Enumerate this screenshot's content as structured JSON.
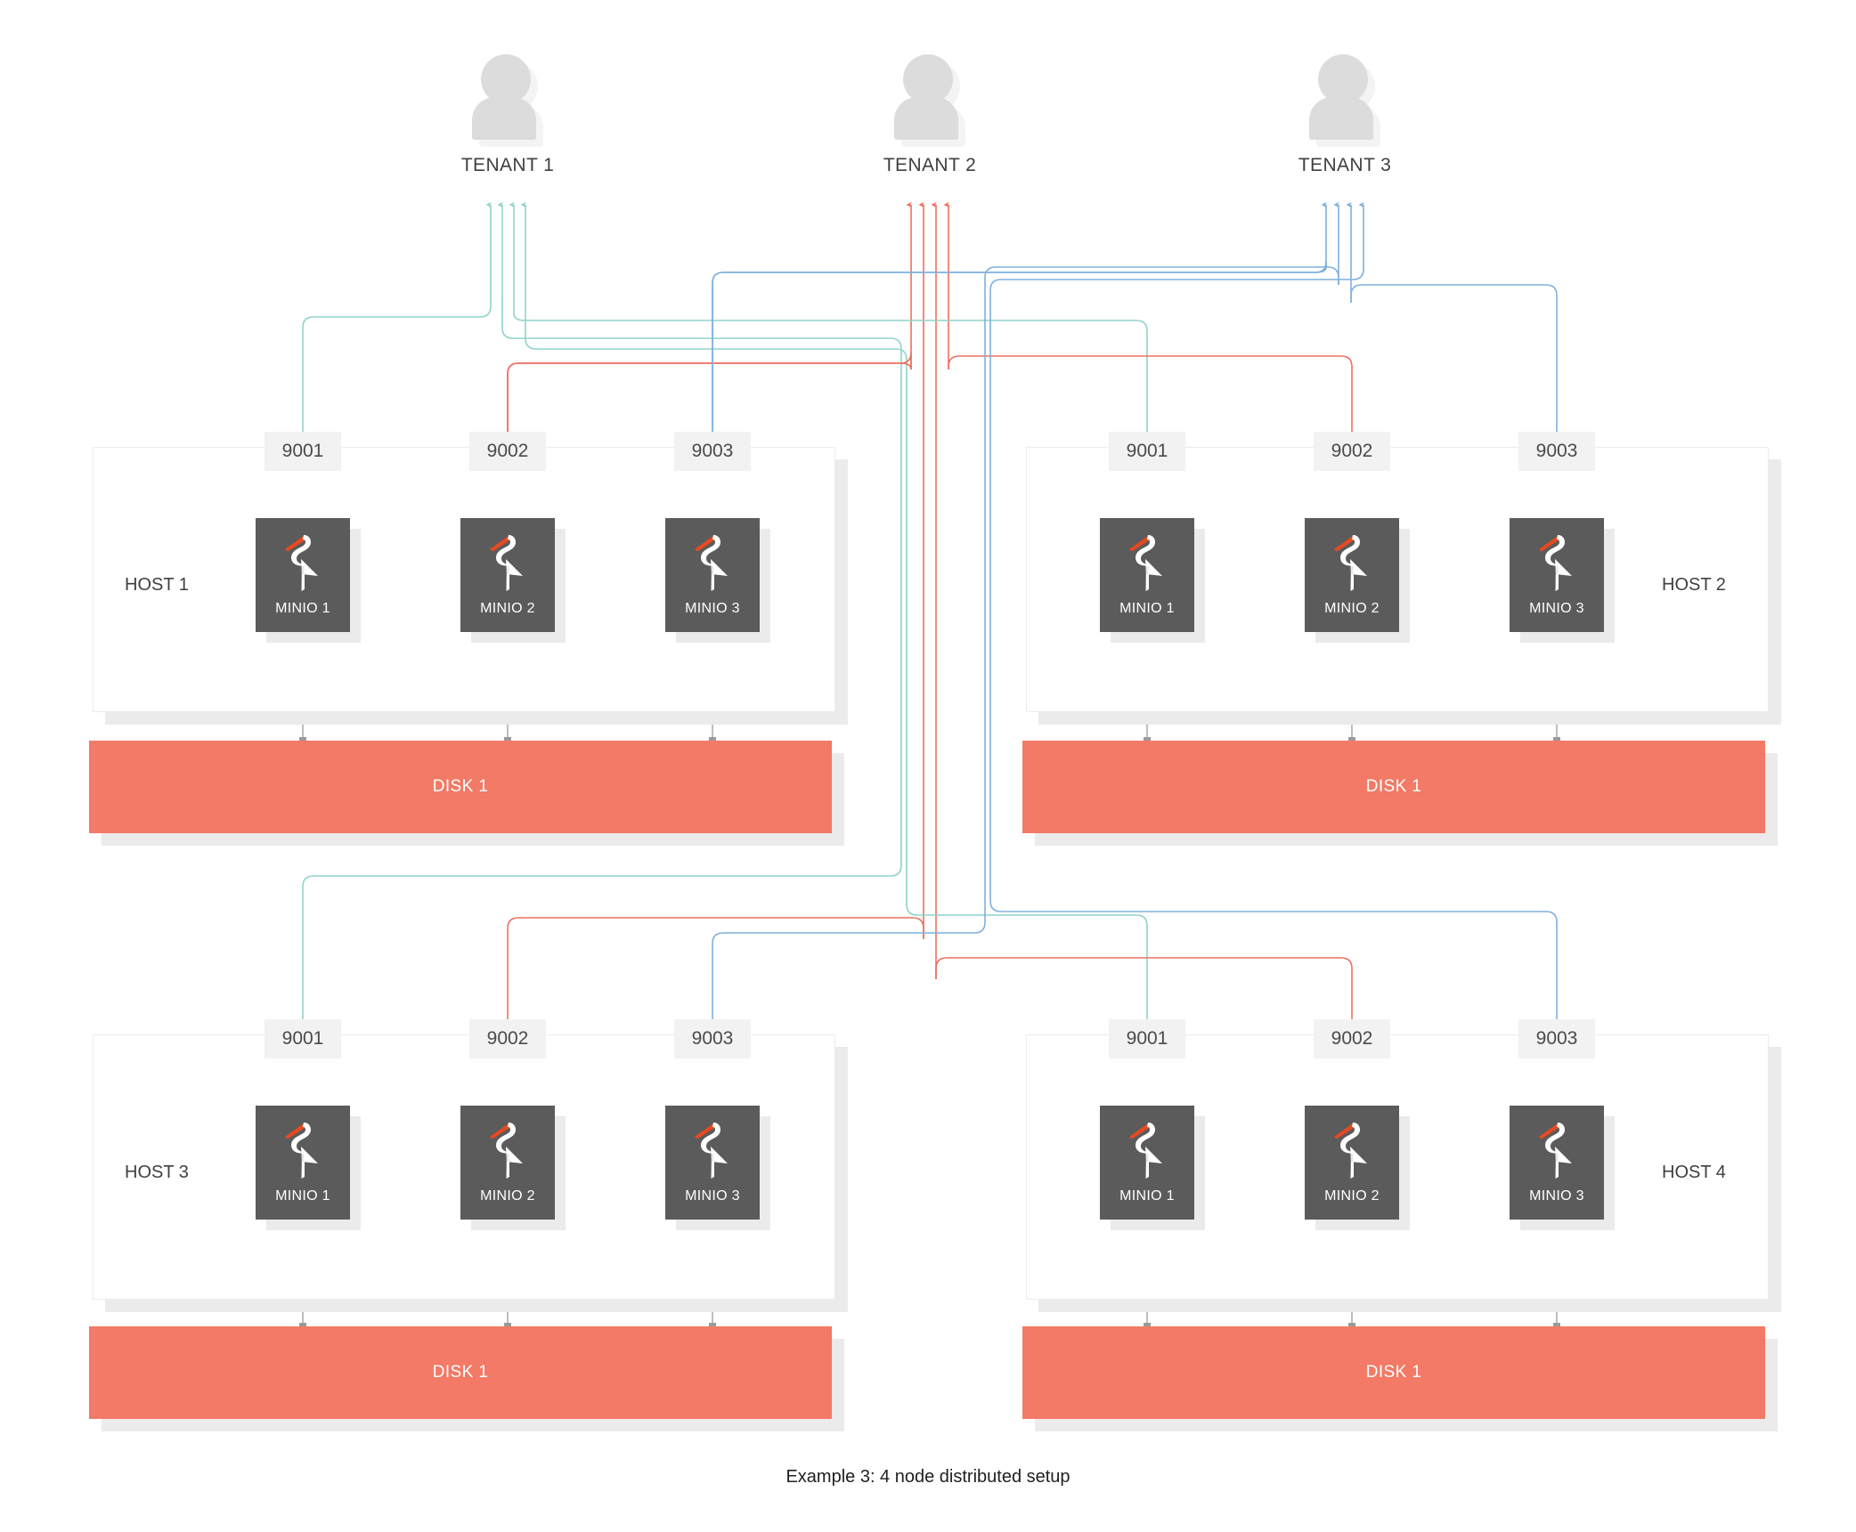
{
  "caption": "Example 3: 4 node distributed setup",
  "colors": {
    "tenant1_line": "#8fd3cb",
    "tenant2_line": "#ef6f5e",
    "tenant3_line": "#7fb0de",
    "disk": "#f27a66",
    "minio_box": "#5b5b5b",
    "port_chip": "#f2f2f2",
    "person": "#dcdcdc",
    "shadow": "#ebebeb",
    "beak": "#e8491f",
    "internal_connector": "#9a9a9a"
  },
  "tenants": [
    {
      "label": "TENANT 1",
      "color": "#8fd3cb",
      "port": "9001"
    },
    {
      "label": "TENANT 2",
      "color": "#ef6f5e",
      "port": "9002"
    },
    {
      "label": "TENANT 3",
      "color": "#7fb0de",
      "port": "9003"
    }
  ],
  "hosts": [
    {
      "label": "HOST 1",
      "label_side": "left",
      "disk": "DISK 1",
      "nodes": [
        {
          "port": "9001",
          "name": "MINIO 1",
          "tenant": "TENANT 1"
        },
        {
          "port": "9002",
          "name": "MINIO 2",
          "tenant": "TENANT 2"
        },
        {
          "port": "9003",
          "name": "MINIO 3",
          "tenant": "TENANT 3"
        }
      ]
    },
    {
      "label": "HOST 2",
      "label_side": "right",
      "disk": "DISK 1",
      "nodes": [
        {
          "port": "9001",
          "name": "MINIO 1",
          "tenant": "TENANT 1"
        },
        {
          "port": "9002",
          "name": "MINIO 2",
          "tenant": "TENANT 2"
        },
        {
          "port": "9003",
          "name": "MINIO 3",
          "tenant": "TENANT 3"
        }
      ]
    },
    {
      "label": "HOST 3",
      "label_side": "left",
      "disk": "DISK 1",
      "nodes": [
        {
          "port": "9001",
          "name": "MINIO 1",
          "tenant": "TENANT 1"
        },
        {
          "port": "9002",
          "name": "MINIO 2",
          "tenant": "TENANT 2"
        },
        {
          "port": "9003",
          "name": "MINIO 3",
          "tenant": "TENANT 3"
        }
      ]
    },
    {
      "label": "HOST 4",
      "label_side": "right",
      "disk": "DISK 1",
      "nodes": [
        {
          "port": "9001",
          "name": "MINIO 1",
          "tenant": "TENANT 1"
        },
        {
          "port": "9002",
          "name": "MINIO 2",
          "tenant": "TENANT 2"
        },
        {
          "port": "9003",
          "name": "MINIO 3",
          "tenant": "TENANT 3"
        }
      ]
    }
  ],
  "chart_data": {
    "type": "diagram",
    "title": "Example 3: 4 node distributed setup",
    "node_count": 4,
    "tenants_per_host": 3,
    "ports": [
      "9001",
      "9002",
      "9003"
    ],
    "mapping": [
      {
        "tenant": "TENANT 1",
        "port": "9001",
        "hosts": [
          "HOST 1",
          "HOST 2",
          "HOST 3",
          "HOST 4"
        ]
      },
      {
        "tenant": "TENANT 2",
        "port": "9002",
        "hosts": [
          "HOST 1",
          "HOST 2",
          "HOST 3",
          "HOST 4"
        ]
      },
      {
        "tenant": "TENANT 3",
        "port": "9003",
        "hosts": [
          "HOST 1",
          "HOST 2",
          "HOST 3",
          "HOST 4"
        ]
      }
    ]
  }
}
